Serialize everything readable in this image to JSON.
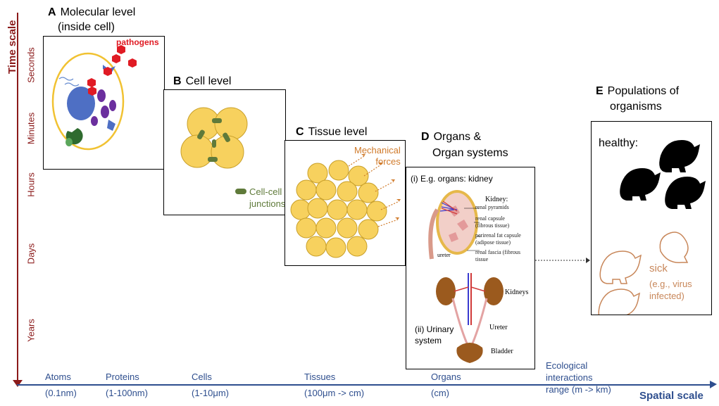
{
  "time_axis": {
    "title": "Time scale",
    "labels": [
      "Seconds",
      "Minutes",
      "Hours",
      "Days",
      "Years"
    ]
  },
  "spatial_axis": {
    "title": "Spatial scale",
    "labels": [
      [
        "Atoms",
        "(0.1nm)"
      ],
      [
        "Proteins",
        "(1-100nm)"
      ],
      [
        "Cells",
        "(1-10μm)"
      ],
      [
        "Tissues",
        "(100μm -> cm)"
      ],
      [
        "Organs",
        "(cm)"
      ],
      [
        "Ecological",
        "interactions",
        "range (m -> km)"
      ]
    ]
  },
  "panels": {
    "a": {
      "letter": "A",
      "title1": "Molecular level",
      "title2": "(inside cell)",
      "pathogens": "pathogens"
    },
    "b": {
      "letter": "B",
      "title": "Cell level",
      "junctions1": "Cell-cell",
      "junctions2": "junctions"
    },
    "c": {
      "letter": "C",
      "title": "Tissue level",
      "forces1": "Mechanical",
      "forces2": "forces"
    },
    "d": {
      "letter": "D",
      "title1": "Organs &",
      "title2": "Organ systems",
      "organs_label": "(i) E.g. organs: kidney",
      "kidney_title": "Kidney:",
      "kidney_parts": [
        "renal pyramids",
        "renal capsule",
        "(fibrous tissue)",
        "perirenal fat capsule",
        "(adipose tissue)",
        "renal fascia (fibrous tissue"
      ],
      "ureter_small": "ureter",
      "urinary1": "(ii) Urinary",
      "urinary2": "system",
      "kidneys": "Kidneys",
      "ureter": "Ureter",
      "bladder": "Bladder"
    },
    "e": {
      "letter": "E",
      "title1": "Populations of",
      "title2": "organisms",
      "healthy": "healthy:",
      "sick1": "sick",
      "sick2": "(e.g., virus",
      "sick3": "infected)"
    }
  },
  "colors": {
    "time_axis": "#8b1a1a",
    "spatial_axis": "#2e4e8e",
    "cell_fill": "#f7d15e",
    "cell_stroke": "#c9a02a",
    "junction": "#5f7a3a",
    "pathogen": "#e01b24",
    "force_arrow": "#d07a2a",
    "sick_outline": "#c8875a",
    "bladder": "#9b5a1e"
  }
}
